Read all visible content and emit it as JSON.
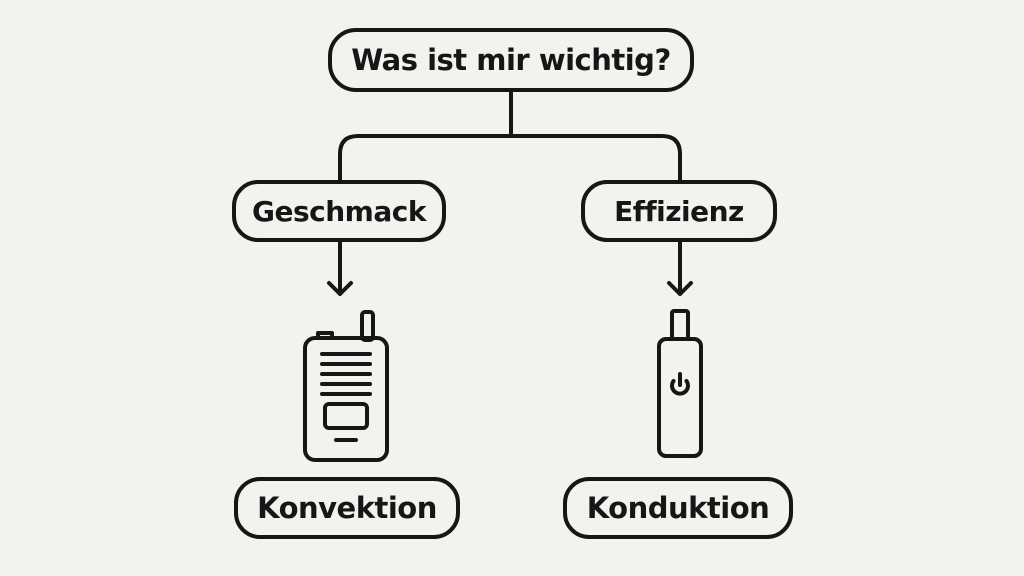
{
  "question": "Was ist mir wichtig?",
  "options": {
    "left": {
      "label": "Geschmack",
      "result": "Konvektion",
      "icon": "desktop-vaporizer-icon"
    },
    "right": {
      "label": "Effizienz",
      "result": "Konduktion",
      "icon": "pen-vaporizer-icon"
    }
  },
  "colors": {
    "background": "#f3f2ee",
    "stroke": "#161616"
  }
}
